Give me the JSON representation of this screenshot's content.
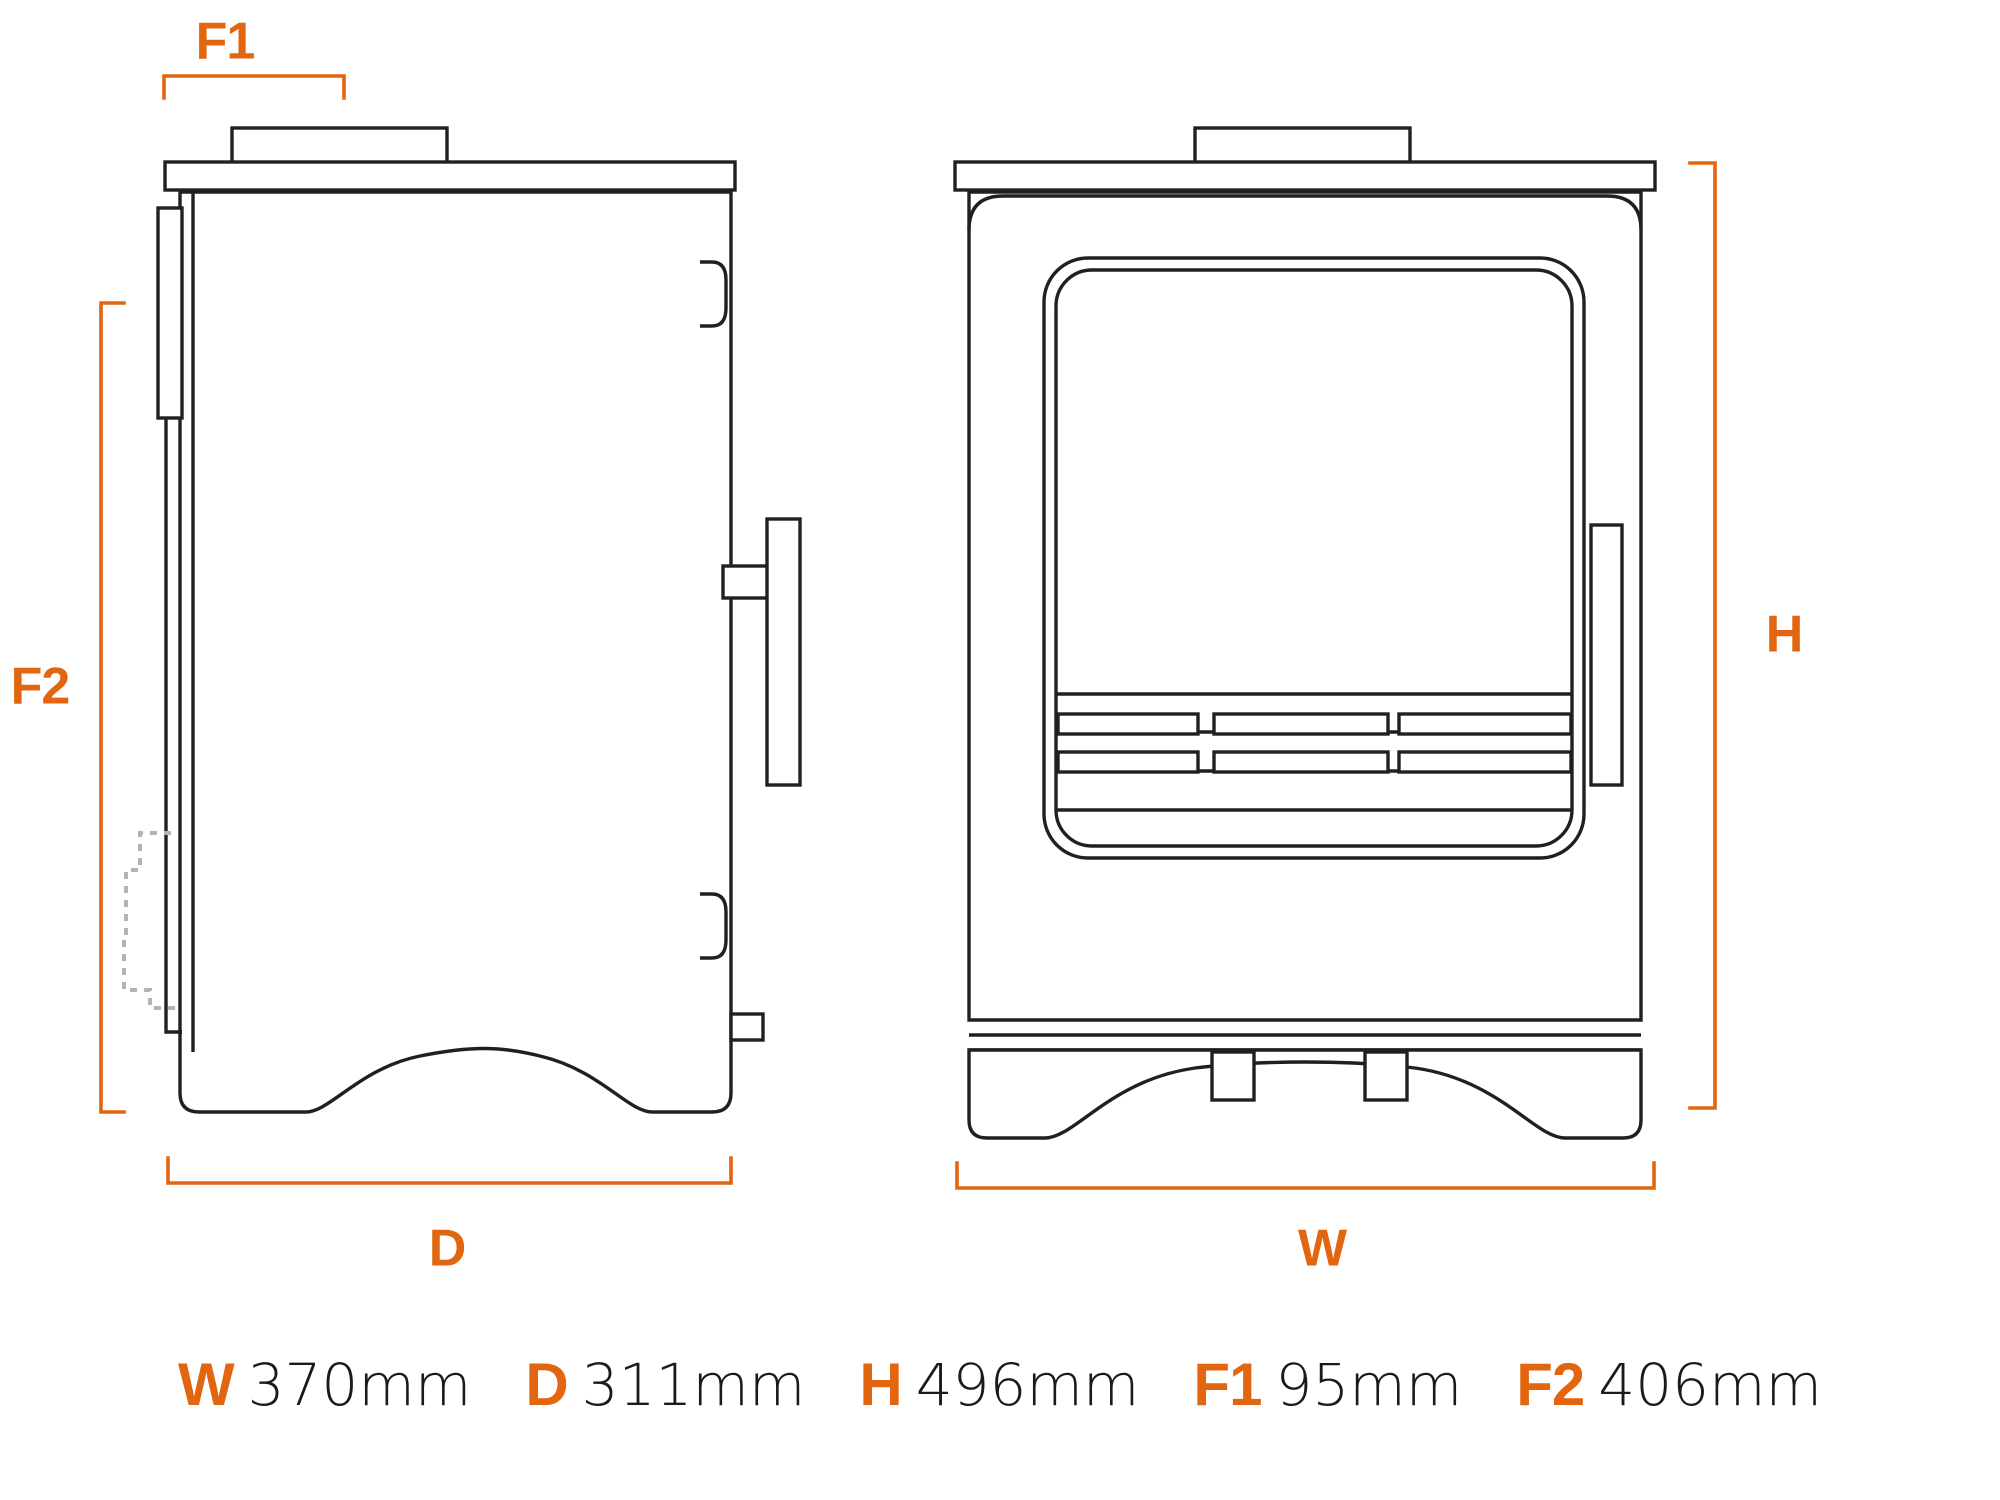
{
  "drawing": {
    "title_hidden": "",
    "stroke_color": "#231f20",
    "accent_color": "#e2650f",
    "hidden_line_color": "#b3b3b3",
    "background": "#ffffff",
    "views": [
      {
        "name": "side-view",
        "label": "Side elevation",
        "parts": [
          "flue-collar",
          "top-plate",
          "body",
          "left-side-panel",
          "door-handle",
          "hinge-tab-upper",
          "hinge-tab-lower",
          "air-control-hidden",
          "base-arch-cutout"
        ]
      },
      {
        "name": "front-view",
        "label": "Front elevation",
        "parts": [
          "flue-collar",
          "top-plate",
          "body",
          "door-frame",
          "door-glass",
          "grille",
          "door-handle",
          "base-plinth",
          "base-arch-cutout",
          "foot-left",
          "foot-right"
        ]
      }
    ]
  },
  "dimensions": {
    "callouts": [
      {
        "key": "F1",
        "label": "F1",
        "orientation": "horizontal",
        "view": "side-view"
      },
      {
        "key": "F2",
        "label": "F2",
        "orientation": "vertical",
        "view": "side-view"
      },
      {
        "key": "D",
        "label": "D",
        "orientation": "horizontal",
        "view": "side-view"
      },
      {
        "key": "H",
        "label": "H",
        "orientation": "vertical",
        "view": "front-view"
      },
      {
        "key": "W",
        "label": "W",
        "orientation": "horizontal",
        "view": "front-view"
      }
    ]
  },
  "legend": {
    "items": [
      {
        "key": "W",
        "value": "370mm"
      },
      {
        "key": "D",
        "value": "311mm"
      },
      {
        "key": "H",
        "value": "496mm"
      },
      {
        "key": "F1",
        "value": "95mm"
      },
      {
        "key": "F2",
        "value": "406mm"
      }
    ]
  },
  "chart_data": {
    "type": "table",
    "title": "Stove dimensions",
    "categories": [
      "W",
      "D",
      "H",
      "F1",
      "F2"
    ],
    "values": [
      370,
      311,
      496,
      95,
      406
    ],
    "unit": "mm",
    "labels": [
      "370mm",
      "311mm",
      "496mm",
      "95mm",
      "406mm"
    ]
  }
}
